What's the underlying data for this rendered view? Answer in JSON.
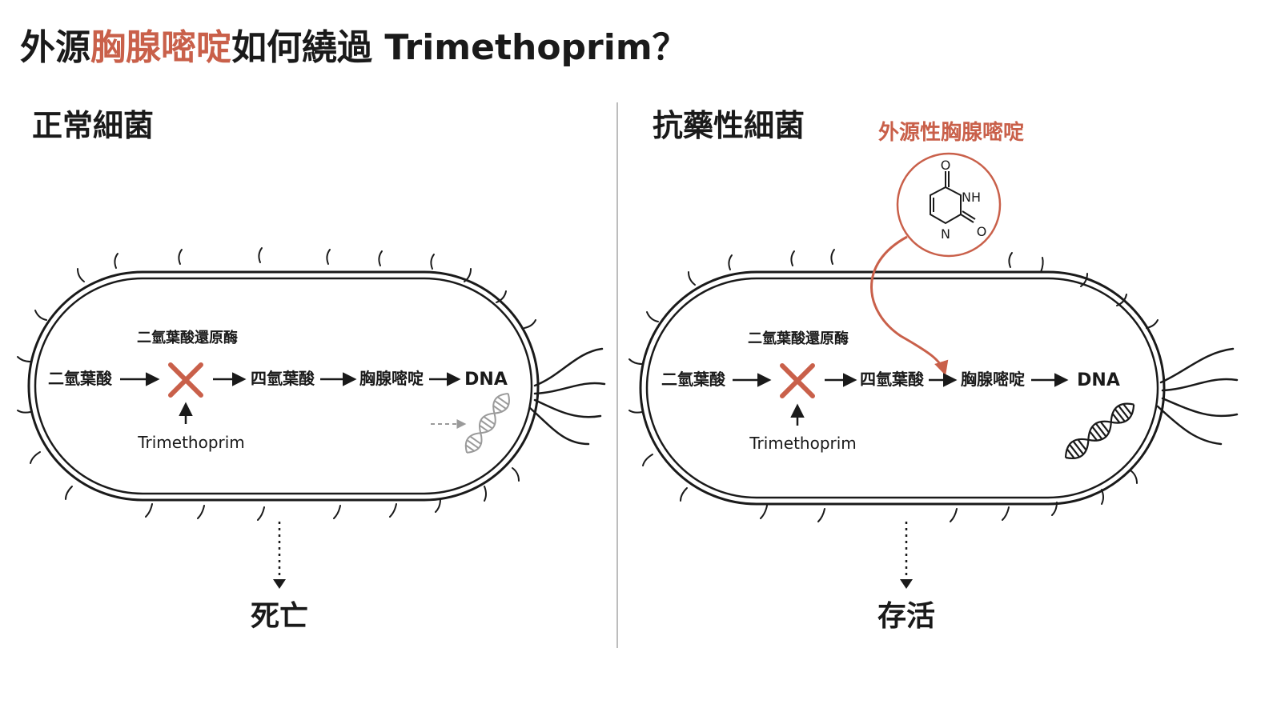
{
  "title": {
    "part1": "外源",
    "highlight": "胸腺嘧啶",
    "part2": "如何繞過 Trimethoprim？"
  },
  "colors": {
    "accent": "#c9604a",
    "text": "#1a1a1a",
    "divider": "#bdbdbd",
    "dna_faded": "#9a9a9a"
  },
  "left": {
    "heading": "正常細菌",
    "enzyme": "二氫葉酸還原酶",
    "steps": [
      "二氫葉酸",
      "四氫葉酸",
      "胸腺嘧啶",
      "DNA"
    ],
    "inhibitor": "Trimethoprim",
    "outcome": "死亡"
  },
  "right": {
    "heading": "抗藥性細菌",
    "external_label": "外源性胸腺嘧啶",
    "enzyme": "二氫葉酸還原酶",
    "steps": [
      "二氫葉酸",
      "四氫葉酸",
      "胸腺嘧啶",
      "DNA"
    ],
    "inhibitor": "Trimethoprim",
    "outcome": "存活",
    "molecule_atoms": {
      "o_top": "O",
      "nh": "NH",
      "n": "N",
      "o_right": "O"
    }
  },
  "icons": {
    "block": "red-x-icon",
    "dna": "dna-helix-icon",
    "arrow": "right-arrow-icon"
  }
}
